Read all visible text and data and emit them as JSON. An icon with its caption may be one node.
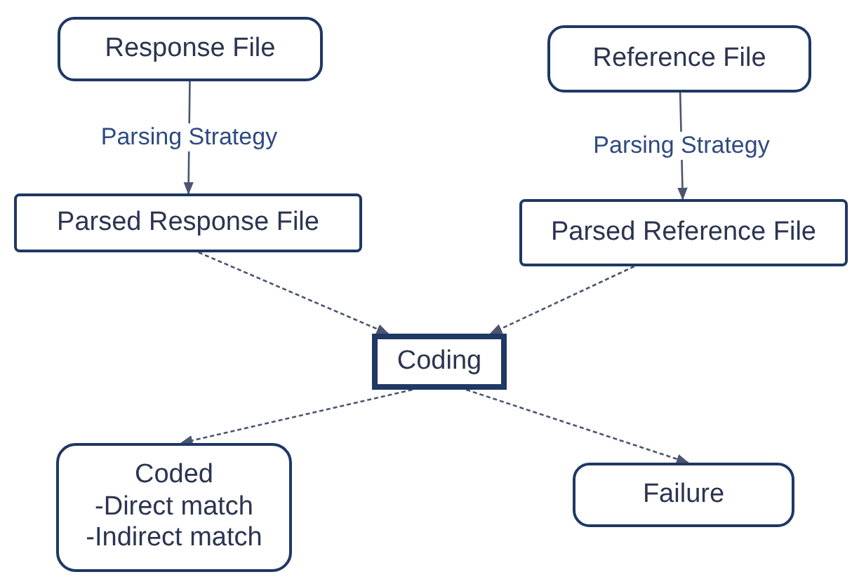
{
  "diagram": {
    "nodes": [
      {
        "text": [
          "Response File"
        ]
      },
      {
        "text": [
          "Reference File"
        ]
      },
      {
        "text": [
          "Parsed Response File"
        ]
      },
      {
        "text": [
          "Parsed Reference File"
        ]
      },
      {
        "text": [
          "Coding"
        ]
      },
      {
        "text": [
          "Coded",
          "-Direct match",
          "-Indirect match"
        ]
      },
      {
        "text": [
          "Failure"
        ]
      }
    ],
    "edges": [
      {
        "from": 0,
        "to": 2,
        "arrow": "to",
        "label": "Parsing Strategy"
      },
      {
        "from": 1,
        "to": 3,
        "arrow": "to",
        "label": "Parsing Strategy"
      },
      {
        "from": 2,
        "to": 4,
        "arrow": "to",
        "style": "dashed"
      },
      {
        "from": 3,
        "to": 4,
        "arrow": "to",
        "style": "dashed"
      },
      {
        "from": 4,
        "to": 5,
        "arrow": "to",
        "style": "dashed"
      },
      {
        "from": 4,
        "to": 6,
        "arrow": "to",
        "style": "dashed"
      }
    ]
  }
}
